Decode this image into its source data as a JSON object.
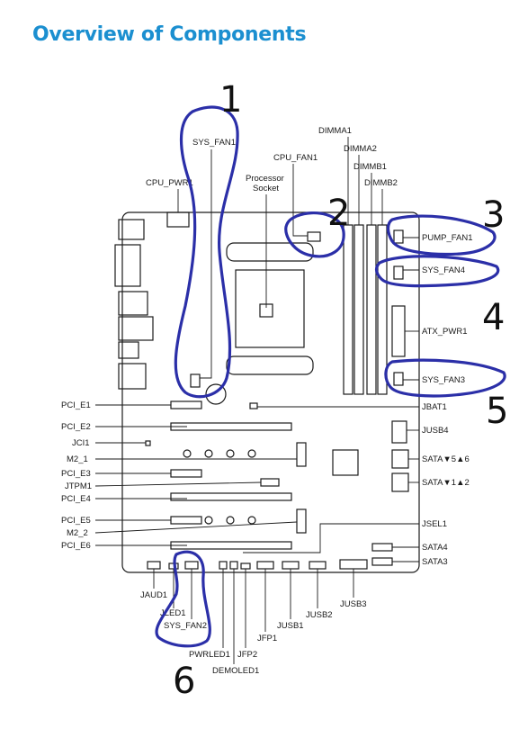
{
  "title": "Overview of Components",
  "labels": {
    "sys_fan1": "SYS_FAN1",
    "cpu_pwr1": "CPU_PWR1",
    "cpu_fan1": "CPU_FAN1",
    "processor_socket_line1": "Processor",
    "processor_socket_line2": "Socket",
    "dimma1": "DIMMA1",
    "dimma2": "DIMMA2",
    "dimmb1": "DIMMB1",
    "dimmb2": "DIMMB2",
    "pump_fan1": "PUMP_FAN1",
    "sys_fan4": "SYS_FAN4",
    "atx_pwr1": "ATX_PWR1",
    "sys_fan3": "SYS_FAN3",
    "jbat1": "JBAT1",
    "jusb4": "JUSB4",
    "sata56": "SATA▼5▲6",
    "sata12": "SATA▼1▲2",
    "jsel1": "JSEL1",
    "sata4": "SATA4",
    "sata3": "SATA3",
    "pci_e1": "PCI_E1",
    "pci_e2": "PCI_E2",
    "jci1": "JCI1",
    "m2_1": "M2_1",
    "pci_e3": "PCI_E3",
    "jtpm1": "JTPM1",
    "pci_e4": "PCI_E4",
    "pci_e5": "PCI_E5",
    "m2_2": "M2_2",
    "pci_e6": "PCI_E6",
    "jaud1": "JAUD1",
    "jled1": "JLED1",
    "sys_fan2": "SYS_FAN2",
    "pwrled1": "PWRLED1",
    "demoled1": "DEMOLED1",
    "jfp2": "JFP2",
    "jfp1": "JFP1",
    "jusb1": "JUSB1",
    "jusb2": "JUSB2",
    "jusb3": "JUSB3"
  },
  "annotations": {
    "n1": "1",
    "n2": "2",
    "n3": "3",
    "n4": "4",
    "n5": "5",
    "n6": "6"
  },
  "colors": {
    "title": "#1b8fd0",
    "annotation_ink": "#2b2fa8",
    "line": "#1a1a1a"
  }
}
